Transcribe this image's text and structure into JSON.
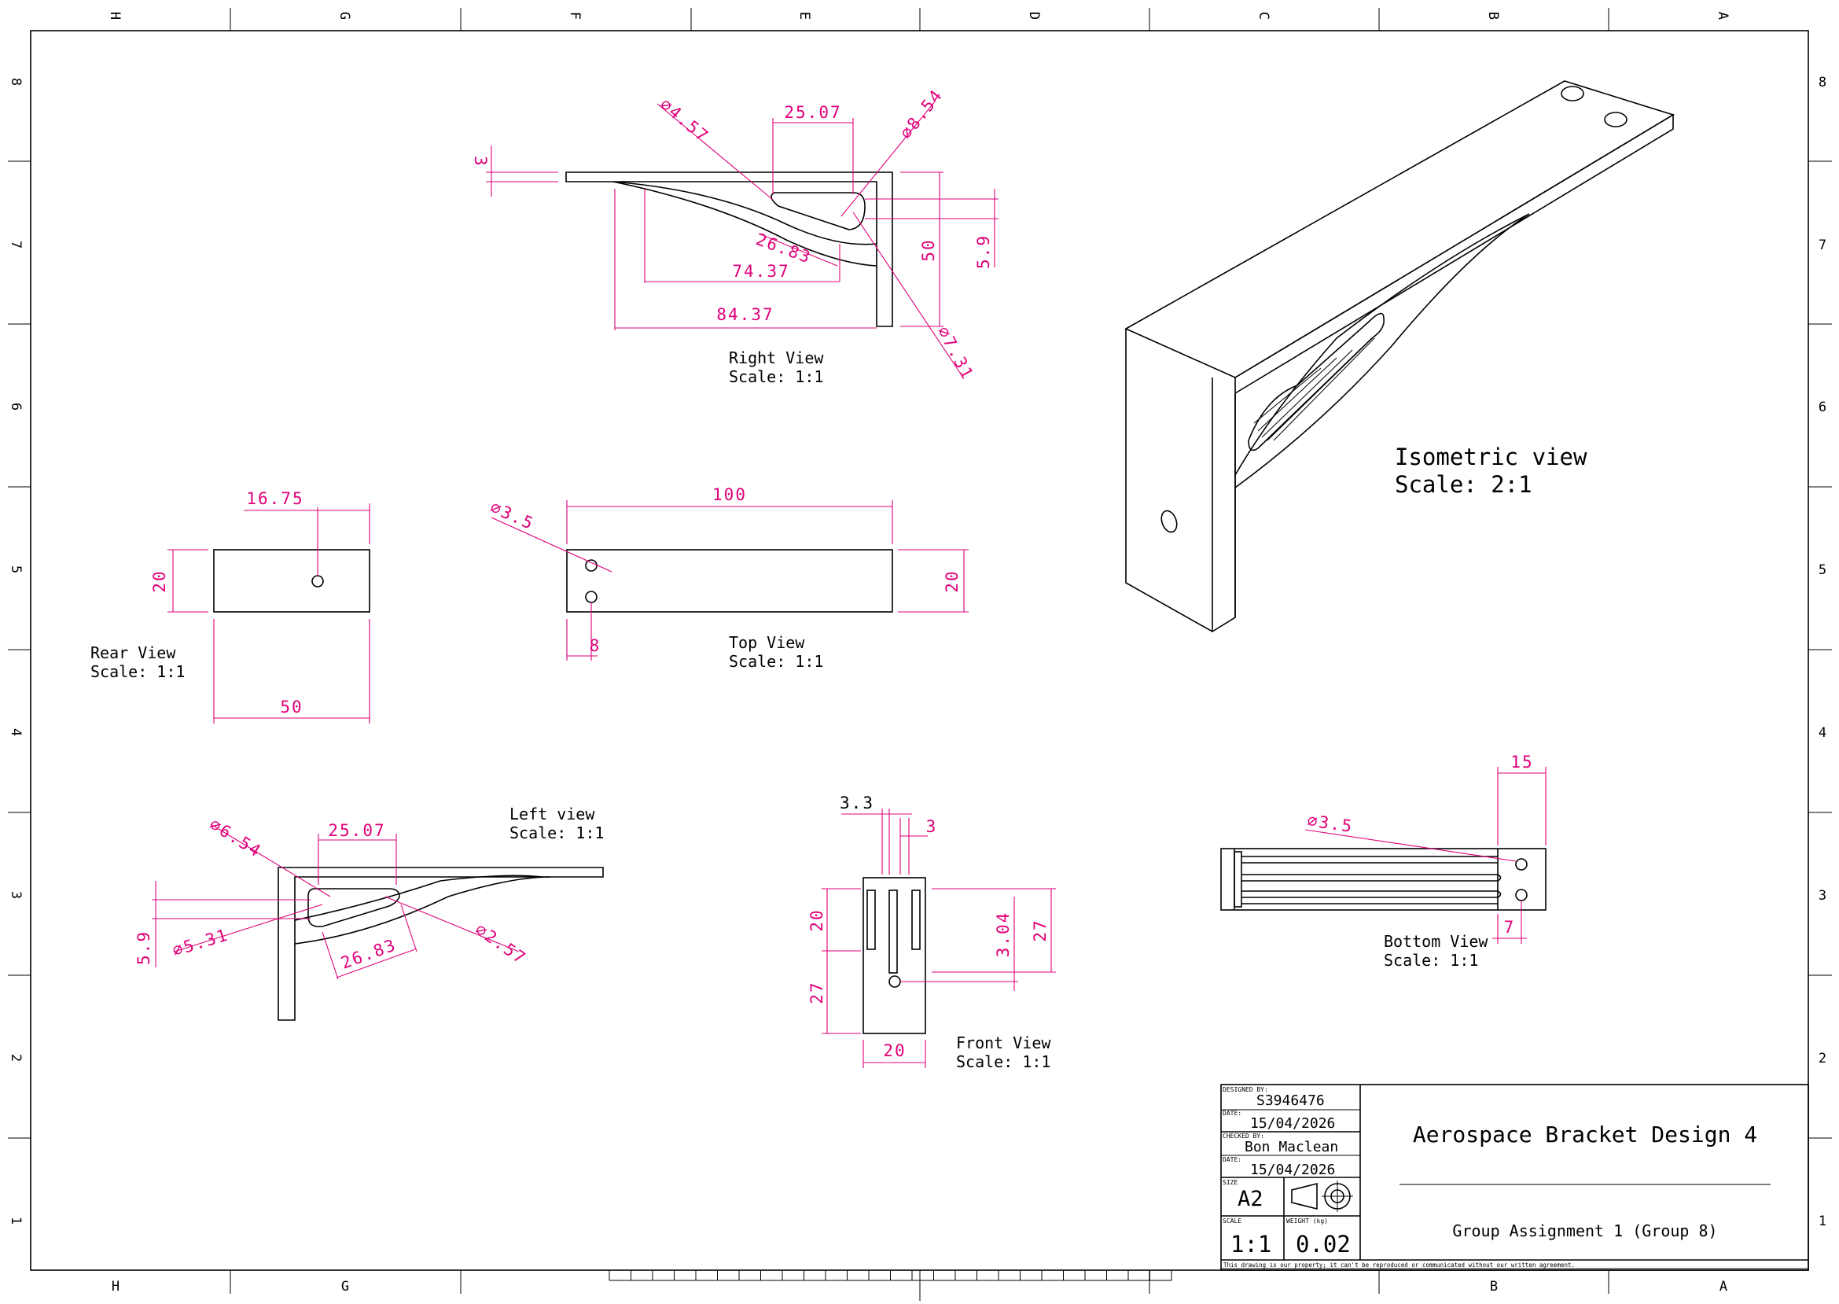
{
  "sheet": {
    "zone_letters": [
      "H",
      "G",
      "F",
      "E",
      "D",
      "C",
      "B",
      "A"
    ],
    "zone_numbers": [
      "8",
      "7",
      "6",
      "5",
      "4",
      "3",
      "2",
      "1"
    ]
  },
  "views": {
    "right": {
      "name": "Right View",
      "scale": "Scale:  1:1",
      "dims": {
        "d_hole_small": "⌀4.57",
        "width_slot": "25.07",
        "d_hole_large": "⌀8.54",
        "thickness": "3",
        "slot_diag": "26.83",
        "len_inner": "74.37",
        "len_outer": "84.37",
        "height": "50",
        "offset": "5.9",
        "d_fillet": "⌀7.31"
      }
    },
    "rear": {
      "name": "Rear View",
      "scale": "Scale:  1:1",
      "dims": {
        "hole_x": "16.75",
        "height": "20",
        "width": "50"
      }
    },
    "top": {
      "name": "Top View",
      "scale": "Scale:  1:1",
      "dims": {
        "hole_d": "⌀3.5",
        "length": "100",
        "width": "20",
        "hole_x": "8"
      }
    },
    "isometric": {
      "name": "Isometric view",
      "scale": "Scale:  2:1"
    },
    "left": {
      "name": "Left view",
      "scale": "Scale:  1:1",
      "dims": {
        "d_hole_large": "⌀6.54",
        "width_slot": "25.07",
        "offset": "5.9",
        "d_hole_small": "⌀5.31",
        "slot_diag": "26.83",
        "d_fillet": "⌀2.57"
      }
    },
    "front": {
      "name": "Front View",
      "scale": "Scale:  1:1",
      "dims": {
        "wall": "3.3",
        "gap": "3",
        "upper": "20",
        "lower": "27",
        "hole_y": "3.04",
        "height_right": "27",
        "width": "20"
      }
    },
    "bottom": {
      "name": "Bottom View",
      "scale": "Scale:  1:1",
      "dims": {
        "hole_d": "⌀3.5",
        "end_len": "15",
        "hole_x": "7"
      }
    }
  },
  "title_block": {
    "designed_by_label": "DESIGNED BY:",
    "designed_by": "S3946476",
    "date_label": "DATE:",
    "designed_date": "15/04/2026",
    "checked_by_label": "CHECKED BY:",
    "checked_by": "Bon Maclean",
    "checked_date": "15/04/2026",
    "size_label": "SIZE",
    "size": "A2",
    "scale_label": "SCALE",
    "scale": "1:1",
    "weight_label": "WEIGHT (kg)",
    "weight": "0.02",
    "title": "Aerospace Bracket Design 4",
    "subtitle": "Group Assignment 1 (Group 8)",
    "disclaimer": "This drawing is our property; it can't be reproduced or communicated without our written agreement."
  }
}
